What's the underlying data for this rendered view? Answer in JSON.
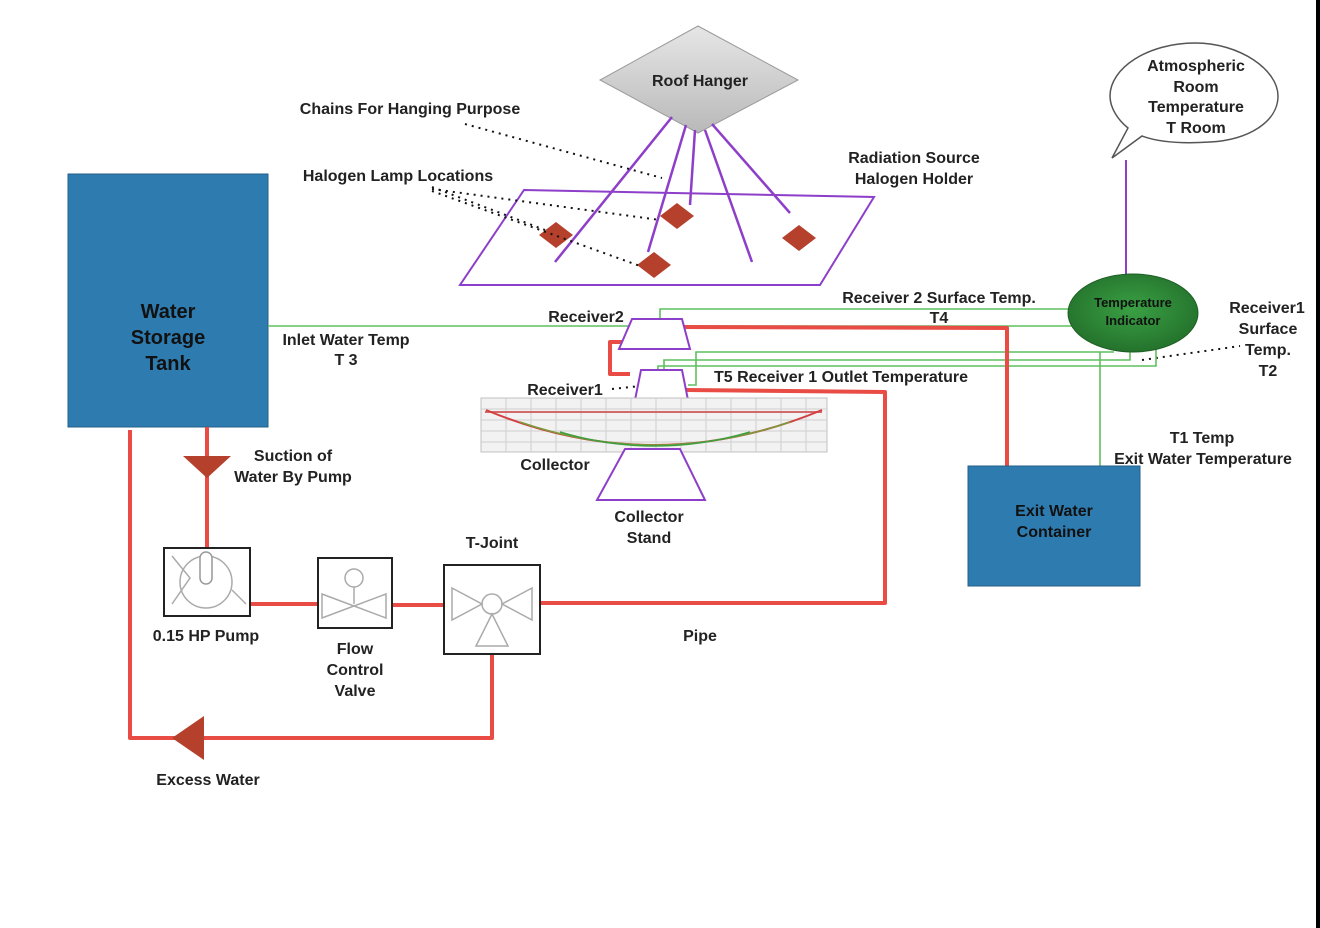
{
  "labels": {
    "roof_hanger": "Roof Hanger",
    "chains": "Chains For Hanging Purpose",
    "halogen_lamps": "Halogen Lamp Locations",
    "radiation_source_l1": "Radiation Source",
    "radiation_source_l2": "Halogen Holder",
    "atmospheric_l1": "Atmospheric",
    "atmospheric_l2": "Room",
    "atmospheric_l3": "Temperature",
    "atmospheric_l4": "T Room",
    "water_tank_l1": "Water",
    "water_tank_l2": "Storage",
    "water_tank_l3": "Tank",
    "inlet_temp_l1": "Inlet Water Temp",
    "inlet_temp_l2": "T 3",
    "receiver2": "Receiver2",
    "receiver2_temp_l1": "Receiver 2 Surface Temp.",
    "receiver2_temp_l2": "T4",
    "temp_indicator_l1": "Temperature",
    "temp_indicator_l2": "Indicator",
    "receiver1_temp_l1": "Receiver1",
    "receiver1_temp_l2": "Surface",
    "receiver1_temp_l3": "Temp.",
    "receiver1_temp_l4": "T2",
    "receiver1": "Receiver1",
    "t5": "T5 Receiver 1 Outlet Temperature",
    "collector": "Collector",
    "collector_stand_l1": "Collector",
    "collector_stand_l2": "Stand",
    "suction_l1": "Suction of",
    "suction_l2": "Water By Pump",
    "t1_l1": "T1 Temp",
    "t1_l2": "Exit Water Temperature",
    "exit_container_l1": "Exit Water",
    "exit_container_l2": "Container",
    "t_joint": "T-Joint",
    "pump": "0.15 HP Pump",
    "flow_valve_l1": "Flow",
    "flow_valve_l2": "Control",
    "flow_valve_l3": "Valve",
    "pipe": "Pipe",
    "excess_water": "Excess Water"
  },
  "colors": {
    "tank_blue": "#2e7bb0",
    "pipe_red": "#e84c44",
    "sensor_green": "#5fbf5f",
    "indicator_green": "#2e8b36",
    "frame_purple": "#8e3fc9",
    "lamp_brown": "#b5402c",
    "arrow_dark_red": "#b5402c",
    "hanger_gray": "#c8c8c8"
  }
}
